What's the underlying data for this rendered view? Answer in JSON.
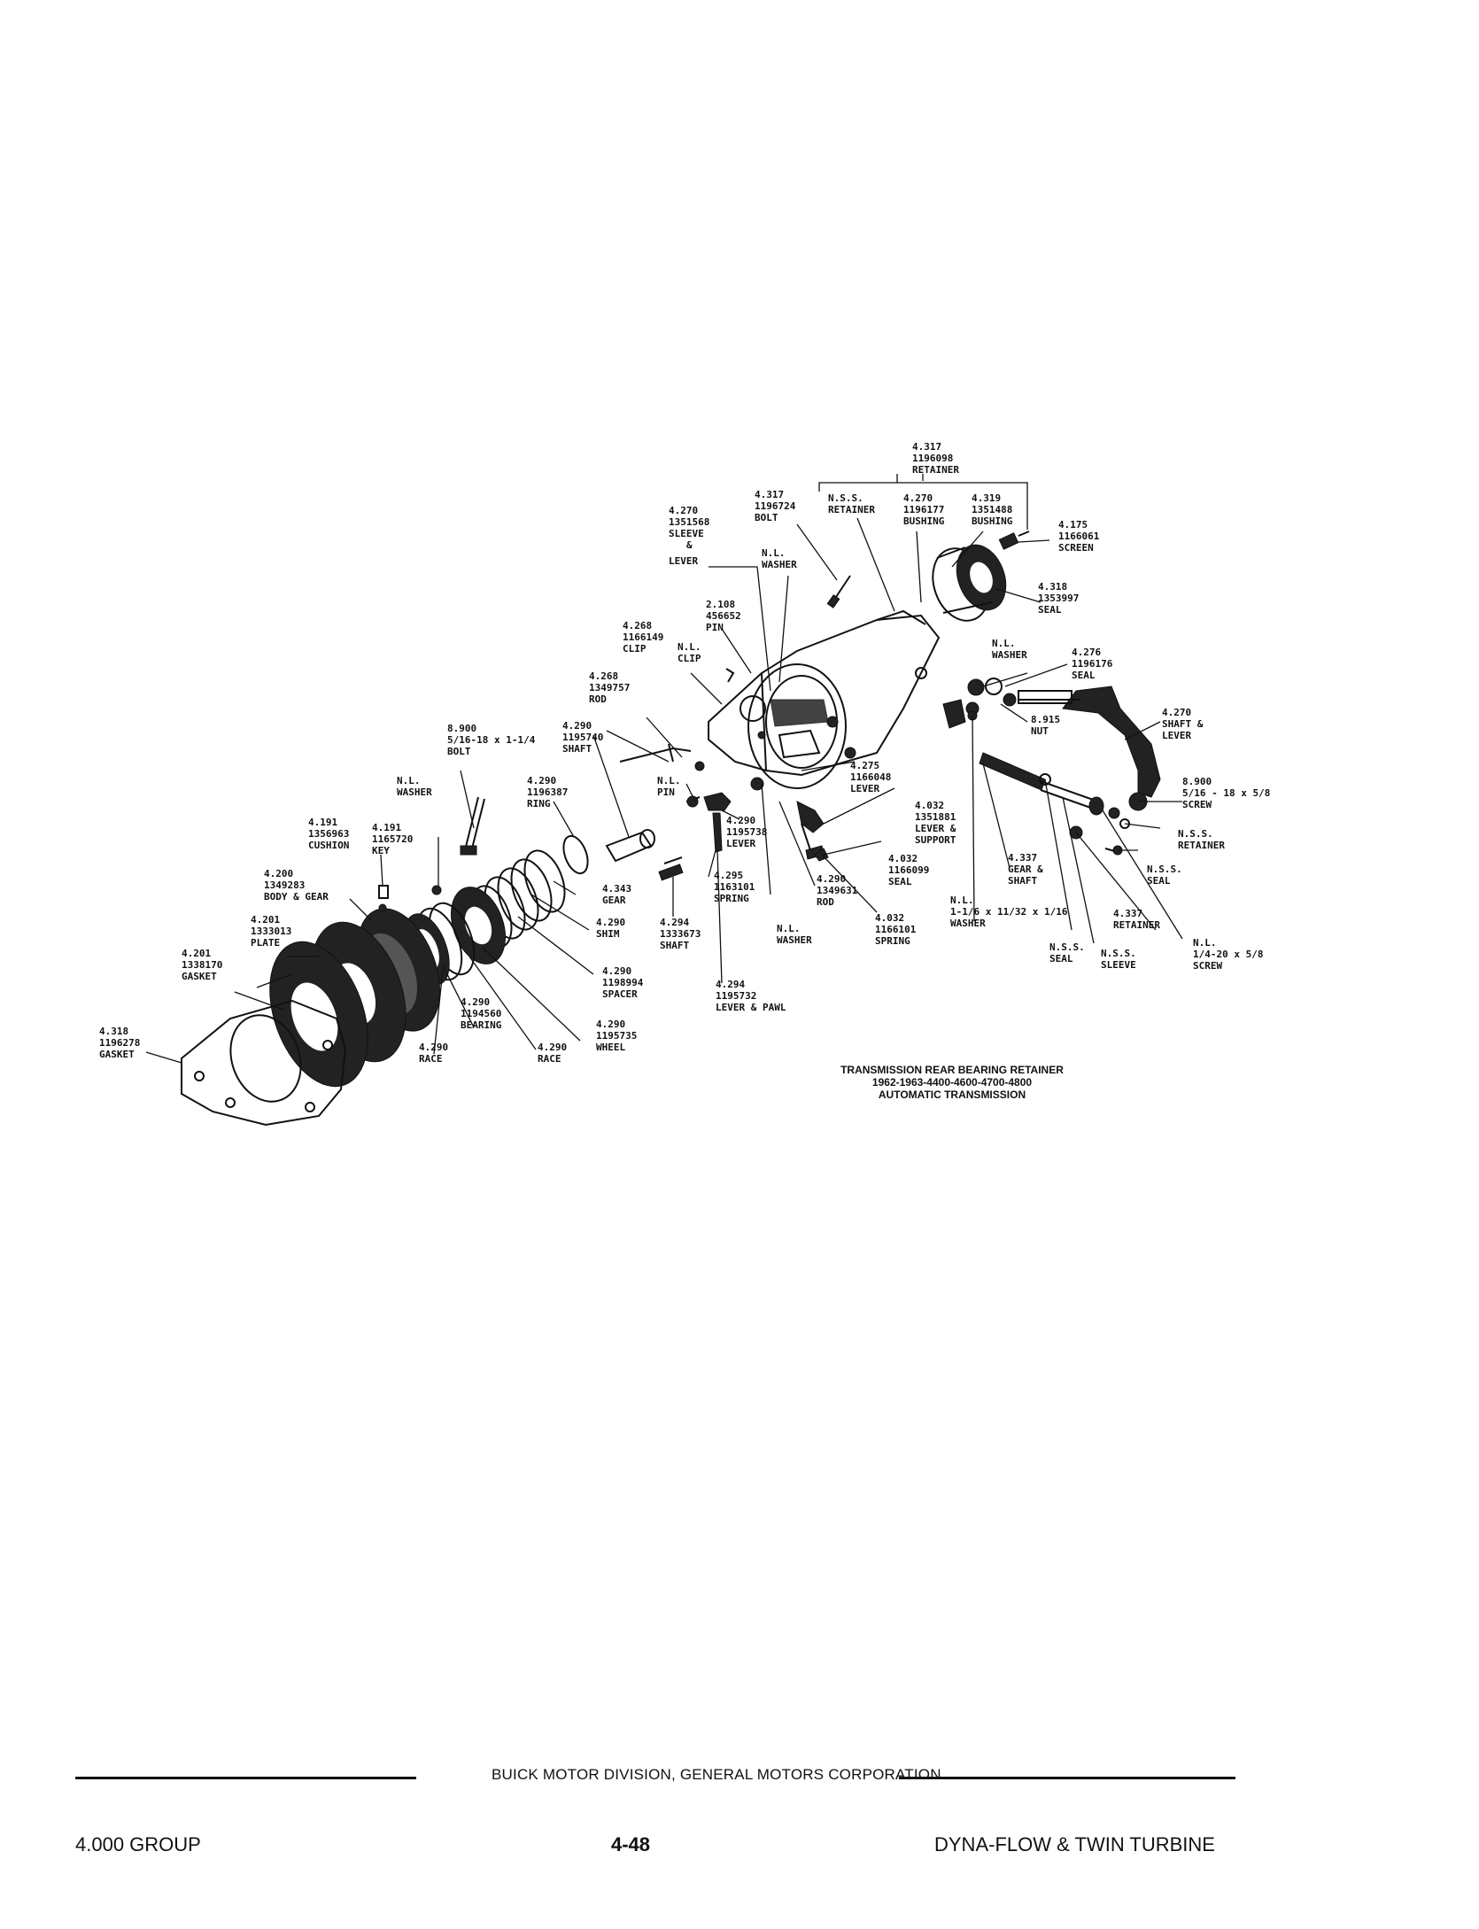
{
  "labels": {
    "retainer_top": [
      "4.317",
      "1196098",
      "RETAINER"
    ],
    "nss_retainer": [
      "N.S.S.",
      "RETAINER"
    ],
    "bushing_1": [
      "4.270",
      "1196177",
      "BUSHING"
    ],
    "bushing_2": [
      "4.319",
      "1351488",
      "BUSHING"
    ],
    "screen": [
      "4.175",
      "1166061",
      "SCREEN"
    ],
    "seal_4318": [
      "4.318",
      "1353997",
      "SEAL"
    ],
    "bolt_4317": [
      "4.317",
      "1196724",
      "BOLT"
    ],
    "sleeve_lever": [
      "4.270",
      "1351568",
      "SLEEVE",
      "&",
      "LEVER"
    ],
    "nl_washer_top": [
      "N.L.",
      "WASHER"
    ],
    "pin_2108": [
      "2.108",
      "456652",
      "PIN"
    ],
    "clip_4268": [
      "4.268",
      "1166149",
      "CLIP"
    ],
    "nl_clip": [
      "N.L.",
      "CLIP"
    ],
    "rod_4268": [
      "4.268",
      "1349757",
      "ROD"
    ],
    "nl_washer_right": [
      "N.L.",
      "WASHER"
    ],
    "seal_4276": [
      "4.276",
      "1196176",
      "SEAL"
    ],
    "nut_8915": [
      "8.915",
      "NUT"
    ],
    "shaft_lever_4270": [
      "4.270",
      "SHAFT &",
      "LEVER"
    ],
    "bolt_8900": [
      "8.900",
      "5/16-18 x 1-1/4",
      "BOLT"
    ],
    "shaft_4290": [
      "4.290",
      "1195740",
      "SHAFT"
    ],
    "ring_4290": [
      "4.290",
      "1196387",
      "RING"
    ],
    "nl_pin": [
      "N.L.",
      "PIN"
    ],
    "lever_4275": [
      "4.275",
      "1166048",
      "LEVER"
    ],
    "lever_support": [
      "4.032",
      "1351881",
      "LEVER &",
      "SUPPORT"
    ],
    "screw_8900": [
      "8.900",
      "5/16 - 18 x 5/8",
      "SCREW"
    ],
    "nl_washer_left": [
      "N.L.",
      "WASHER"
    ],
    "cushion": [
      "4.191",
      "1356963",
      "CUSHION"
    ],
    "key": [
      "4.191",
      "1165720",
      "KEY"
    ],
    "lever_4290": [
      "4.290",
      "1195738",
      "LEVER"
    ],
    "seal_4032": [
      "4.032",
      "1166099",
      "SEAL"
    ],
    "nss_retainer_right": [
      "N.S.S.",
      "RETAINER"
    ],
    "body_gear": [
      "4.200",
      "1349283",
      "BODY & GEAR"
    ],
    "gear_4343": [
      "4.343",
      "GEAR"
    ],
    "spring_4295": [
      "4.295",
      "1163101",
      "SPRING"
    ],
    "rod_4290": [
      "4.290",
      "1349631",
      "ROD"
    ],
    "gear_shaft": [
      "4.337",
      "GEAR &",
      "SHAFT"
    ],
    "nss_seal_right": [
      "N.S.S.",
      "SEAL"
    ],
    "plate": [
      "4.201",
      "1333013",
      "PLATE"
    ],
    "shim": [
      "4.290",
      "SHIM"
    ],
    "shaft_4294": [
      "4.294",
      "1333673",
      "SHAFT"
    ],
    "nl_washer_bottom": [
      "N.L.",
      "WASHER"
    ],
    "spring_4032": [
      "4.032",
      "1166101",
      "SPRING"
    ],
    "washer_nl_size": [
      "N.L.",
      "1-1/6 x 11/32 x 1/16",
      "WASHER"
    ],
    "retainer_4337": [
      "4.337",
      "RETAINER"
    ],
    "gasket_4201": [
      "4.201",
      "1338170",
      "GASKET"
    ],
    "spacer": [
      "4.290",
      "1198994",
      "SPACER"
    ],
    "nss_seal": [
      "N.S.S.",
      "SEAL"
    ],
    "nss_sleeve": [
      "N.S.S.",
      "SLEEVE"
    ],
    "screw_nl": [
      "N.L.",
      "1/4-20 x 5/8",
      "SCREW"
    ],
    "lever_pawl": [
      "4.294",
      "1195732",
      "LEVER & PAWL"
    ],
    "bearing": [
      "4.290",
      "1194560",
      "BEARING"
    ],
    "gasket_4318": [
      "4.318",
      "1196278",
      "GASKET"
    ],
    "race_1": [
      "4.290",
      "RACE"
    ],
    "race_2": [
      "4.290",
      "RACE"
    ],
    "wheel": [
      "4.290",
      "1195735",
      "WHEEL"
    ]
  },
  "caption": {
    "line1": "TRANSMISSION REAR BEARING RETAINER",
    "line2": "1962-1963-4400-4600-4700-4800",
    "line3": "AUTOMATIC TRANSMISSION"
  },
  "footer": {
    "division": "BUICK MOTOR DIVISION, GENERAL MOTORS CORPORATION",
    "group": "4.000 GROUP",
    "page": "4-48",
    "title": "DYNA-FLOW & TWIN TURBINE"
  }
}
